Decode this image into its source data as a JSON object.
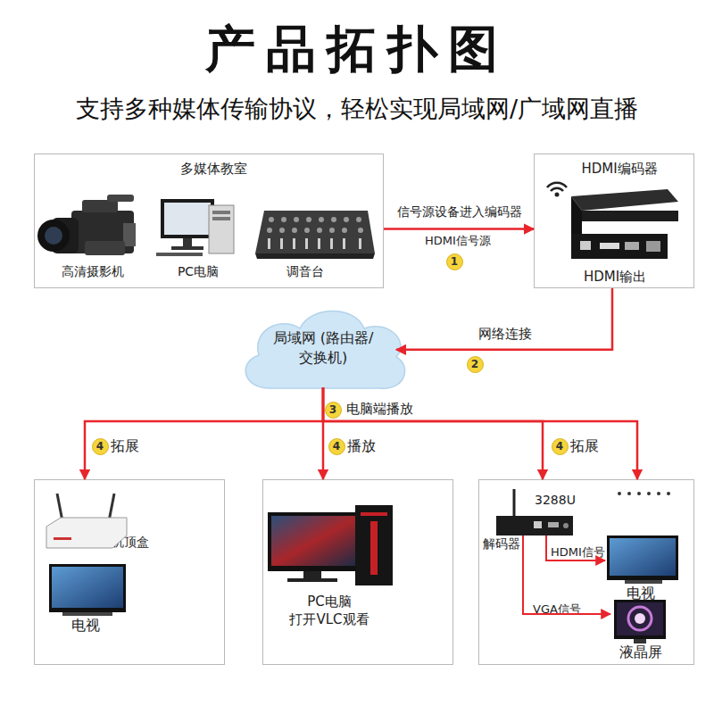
{
  "diagram": {
    "title": "产品拓扑图",
    "nodes": [
      {
        "text": [
          "多媒体教室",
          "高清摄影机",
          "PC电脑",
          "调音台"
        ]
      },
      {
        "text": [
          "HDMI编码器",
          "HDMI输出"
        ]
      },
      {
        "text": [
          "局域网 (路由器/交换机)"
        ]
      },
      {
        "text": [
          "网络机顶盒",
          "电视"
        ]
      },
      {
        "text": [
          "PC电脑 打开VLC观看"
        ]
      },
      {
        "text": [
          "3288U",
          "解码器",
          "HDMI信号",
          "电视",
          "VGA信号",
          "液晶屏"
        ]
      }
    ],
    "edges": [
      {
        "from": 0,
        "to": 1,
        "arrow": "to",
        "label": "信号源设备进入编码器"
      },
      {
        "from": 1,
        "to": 2,
        "arrow": "to",
        "label": "网络连接"
      },
      {
        "from": 2,
        "to": 3,
        "arrow": "to",
        "label": "拓展"
      },
      {
        "from": 2,
        "to": 4,
        "arrow": "to",
        "label": "播放"
      },
      {
        "from": 2,
        "to": 5,
        "arrow": "to",
        "label": "拓展"
      },
      {
        "from": 2,
        "to": 5,
        "arrow": "to"
      }
    ],
    "labels": [
      "支持多种媒体传输协议，轻松实现局域网/广域网直播",
      "HDMI信号源",
      "1",
      "2",
      "3",
      "电脑端播放",
      "4",
      "4",
      "4"
    ]
  }
}
